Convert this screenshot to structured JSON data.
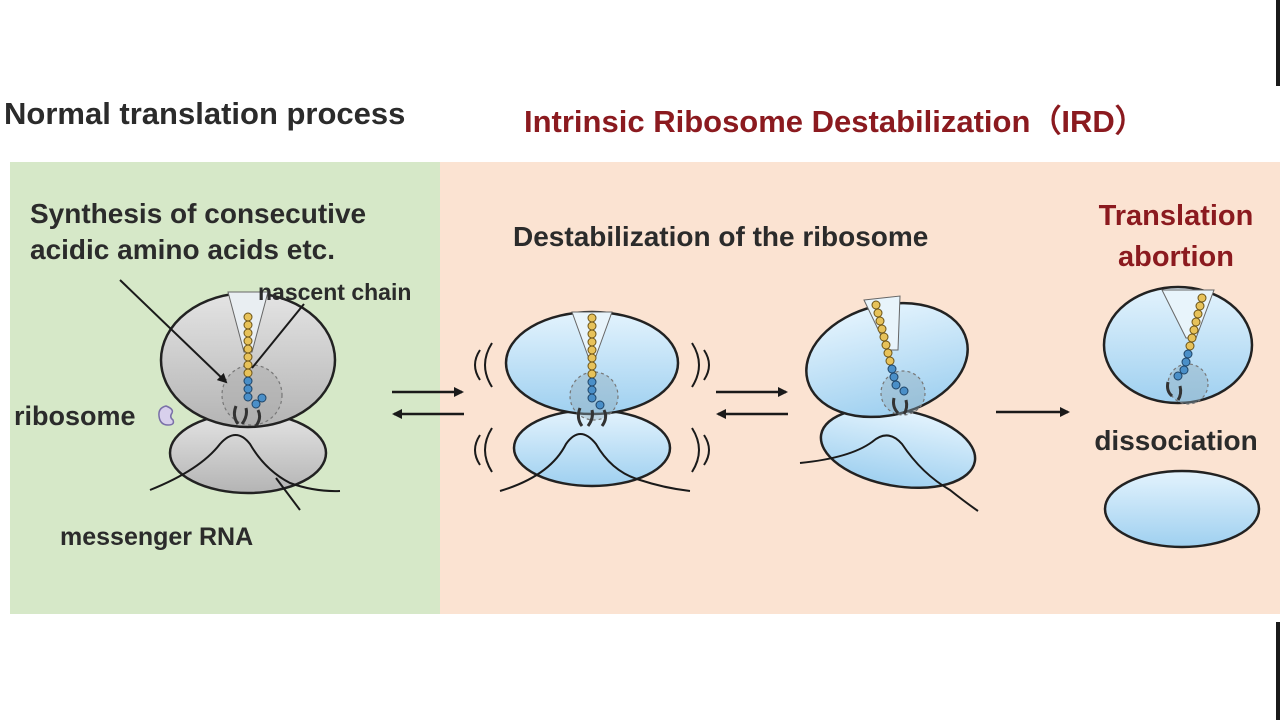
{
  "headings": {
    "normal": "Normal translation process",
    "ird": "Intrinsic Ribosome Destabilization（IRD）"
  },
  "labels": {
    "synthesis_line1": "Synthesis of consecutive",
    "synthesis_line2": "acidic amino acids etc.",
    "nascent_chain": "nascent chain",
    "ribosome": "ribosome",
    "messenger_rna": "messenger RNA",
    "destabilization": "Destabilization of the ribosome",
    "translation": "Translation",
    "abortion": "abortion",
    "dissociation": "dissociation"
  },
  "colors": {
    "normal_panel": "#d6e8c8",
    "ird_panel": "#fbe3d2",
    "ribosome_gray": "#c9c9c9",
    "ribosome_blue": "#bfe0f5",
    "ird_title": "#8b1a1f",
    "chain_yellow": "#e7c25a",
    "chain_blue": "#4a8fc8"
  }
}
